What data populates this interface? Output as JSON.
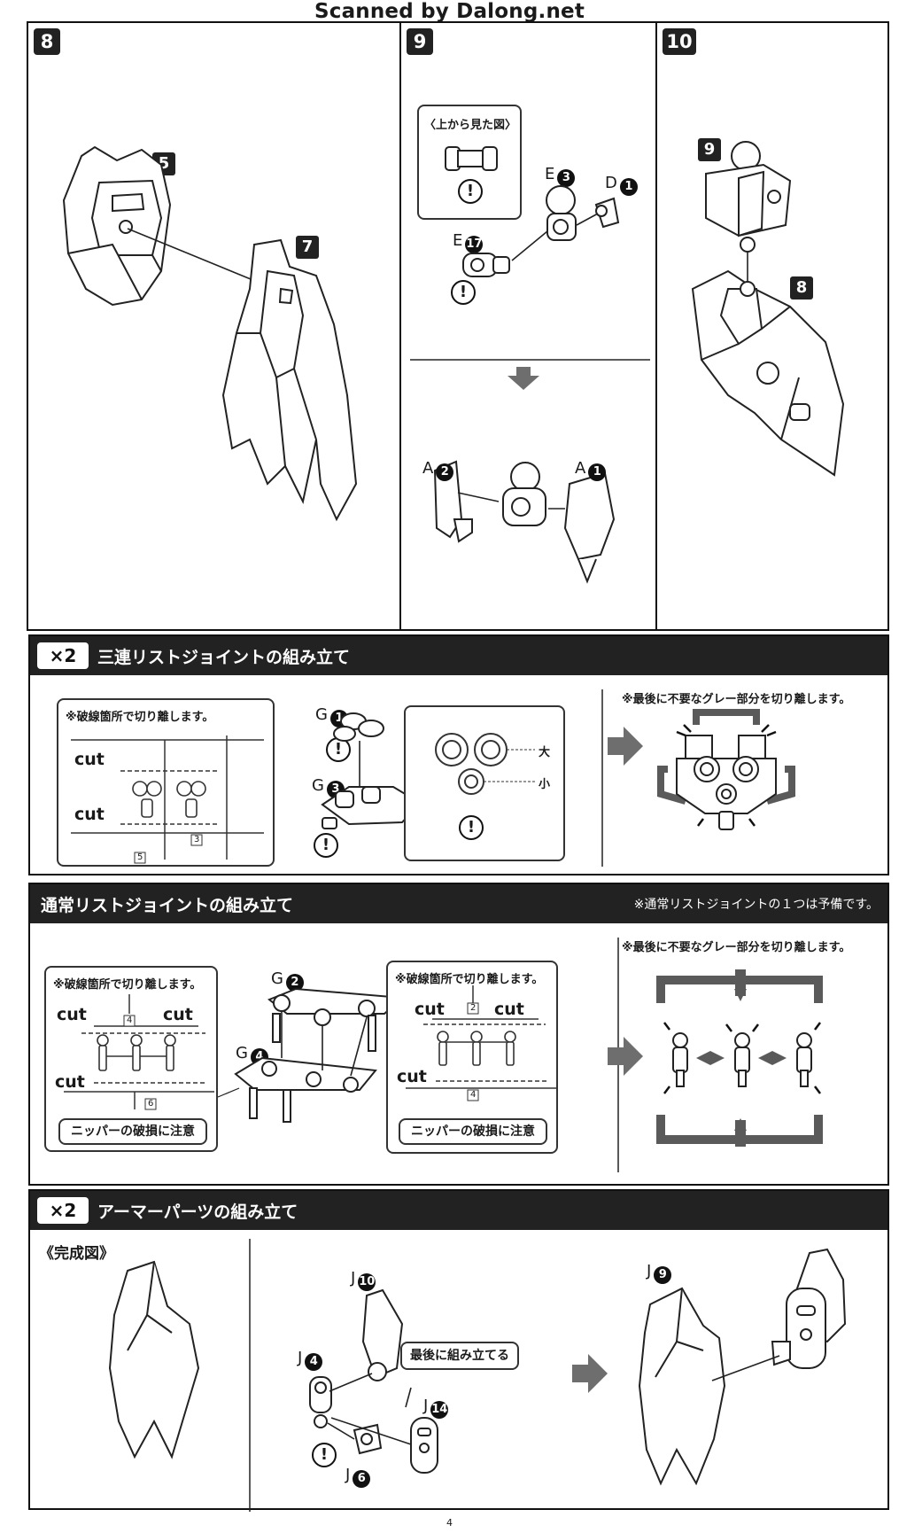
{
  "page": {
    "scan_title": "Scanned by Dalong.net",
    "page_number": "4"
  },
  "steps": [
    {
      "number": "8",
      "labels": [
        {
          "text": "5"
        },
        {
          "text": "7"
        }
      ]
    },
    {
      "number": "9",
      "view_note": "〈上から見た図〉",
      "parts": [
        "E",
        "D",
        "E",
        "A",
        "A"
      ],
      "circle_numbers": [
        "3",
        "1",
        "17",
        "2",
        "1"
      ]
    },
    {
      "number": "10",
      "labels": [
        {
          "text": "9"
        },
        {
          "text": "8"
        }
      ]
    }
  ],
  "sections": [
    {
      "badge": "×2",
      "title": "三連リストジョイントの組み立て",
      "cut_note": "※破線箇所で切り離します。",
      "cut_labels": [
        "cut",
        "cut"
      ],
      "runner_numbers": [
        "3",
        "5"
      ],
      "parts": [
        {
          "letter": "G",
          "num": "1"
        },
        {
          "letter": "G",
          "num": "3"
        }
      ],
      "size_labels": [
        "大",
        "小"
      ],
      "final_note": "※最後に不要なグレー部分を切り離します。"
    },
    {
      "badge": "",
      "title": "通常リストジョイントの組み立て",
      "head_note": "※通常リストジョイントの１つは予備です。",
      "cut_note_left": "※破線箇所で切り離します。",
      "cut_note_right": "※破線箇所で切り離します。",
      "cut_labels_left": [
        "cut",
        "cut",
        "cut"
      ],
      "cut_labels_right": [
        "cut",
        "cut",
        "cut"
      ],
      "runner_numbers_left": [
        "4",
        "6"
      ],
      "runner_numbers_right": [
        "2",
        "4"
      ],
      "warning_left": "ニッパーの破損に注意",
      "warning_right": "ニッパーの破損に注意",
      "parts": [
        {
          "letter": "G",
          "num": "2"
        },
        {
          "letter": "G",
          "num": "4"
        }
      ],
      "final_note": "※最後に不要なグレー部分を切り離します。"
    },
    {
      "badge": "×2",
      "title": "アーマーパーツの組み立て",
      "completed_label": "《完成図》",
      "parts": [
        {
          "letter": "J",
          "num": "10"
        },
        {
          "letter": "J",
          "num": "4"
        },
        {
          "letter": "J",
          "num": "14"
        },
        {
          "letter": "J",
          "num": "6"
        },
        {
          "letter": "J",
          "num": "9"
        }
      ],
      "callout": "最後に組み立てる"
    }
  ],
  "colors": {
    "ink": "#1a1a1a",
    "header_bg": "#222222",
    "gray_parts": "#5a5a5a",
    "arrow_gray": "#6e6e6e"
  }
}
